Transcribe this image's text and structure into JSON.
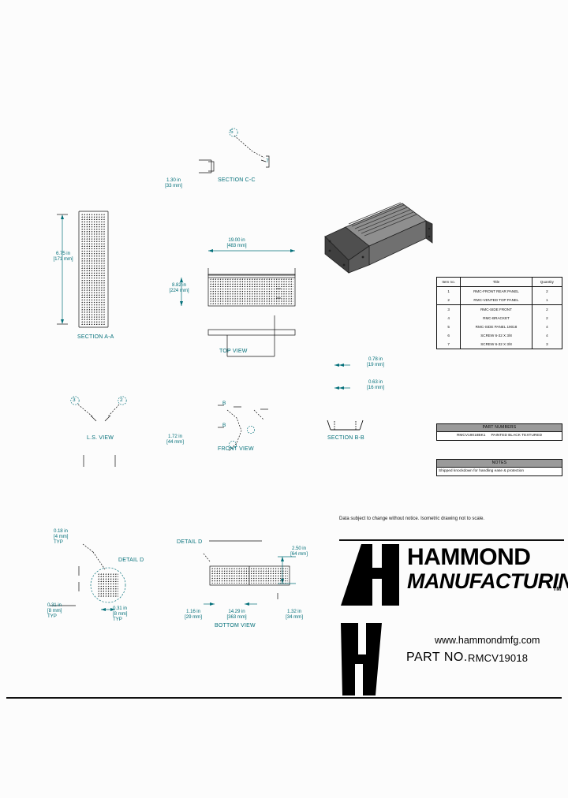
{
  "document": {
    "title": "RMCV19018",
    "sheet_bg": "#fcfcfc",
    "dim_color": "#04707a",
    "line_color": "#111111"
  },
  "views": {
    "section_cc": {
      "label": "SECTION C-C",
      "balloon": "5",
      "balloon2": "7"
    },
    "section_aa": {
      "label": "SECTION A-A"
    },
    "top_view": {
      "label": "TOP VIEW"
    },
    "ls_view": {
      "label": "L.S. VIEW",
      "balloon_left": "3",
      "balloon_right": "2"
    },
    "front_view": {
      "label": "FRONT VIEW",
      "mark_top": "B",
      "mark_bottom": "B"
    },
    "section_bb": {
      "label": "SECTION B-B"
    },
    "bottom_view": {
      "label": "BOTTOM VIEW"
    },
    "detail_d": {
      "label": "DETAIL D",
      "callout": "DETAIL D"
    },
    "iso_view": {
      "label": "isometric-chassis",
      "body_color": "#6f6f6f",
      "top_color": "#8a8a8a",
      "dark_color": "#4a4a4a"
    }
  },
  "dimensions": {
    "section_cc_h": "1.30 in\n[33 mm]",
    "overall_height": "6.75 in\n[171 mm]",
    "rack_width": "19.00 in\n[483 mm]",
    "depth": "8.82 in\n[224 mm]",
    "front_height": "1.72 in\n[44 mm]",
    "flange_a": "0.78 in\n[19 mm]",
    "flange_b": "0.63 in\n[16 mm]",
    "detail_hole": "0.18 in\n[4 mm]\nTYP",
    "detail_edge": "0.31 in\n[8 mm]\nTYP",
    "detail_slot": "0.31 in\n[8 mm]\nTYP",
    "bottom_left": "1.16 in\n[29 mm]",
    "bottom_center": "14.29 in\n[363 mm]",
    "bottom_right": "1.32 in\n[34 mm]",
    "bottom_depth": "2.50 in\n[64 mm]"
  },
  "parts_table": {
    "headers": [
      "Item no.",
      "Title",
      "Quantity"
    ],
    "rows": [
      {
        "item": "1",
        "title": "RMC-FRONT REAR PANEL",
        "qty": "2"
      },
      {
        "item": "2",
        "title": "RMC-VENTED TOP PANEL",
        "qty": "1"
      },
      {
        "item": "3",
        "title": "RMC-SIDE FRONT",
        "qty": "2"
      },
      {
        "item": "4",
        "title": "RMC-BRACKET",
        "qty": "2"
      },
      {
        "item": "5",
        "title": "RMC-SIDE PANEL 19018",
        "qty": "4"
      },
      {
        "item": "6",
        "title": "SCREW 6-32 X 3/8",
        "qty": "4"
      },
      {
        "item": "7",
        "title": "SCREW 6-32 X 3/8",
        "qty": "3"
      }
    ]
  },
  "part_numbers": {
    "header": "PART NUMBERS",
    "code": "RMCV19018BK1",
    "description": "PAINTED BLACK TEXTURED"
  },
  "notes": {
    "header": "NOTES",
    "text": "Shipped knockdown for handling ease & protection"
  },
  "footer": {
    "disclaimer": "Data subject to change without notice. Isometric drawing not to scale.",
    "brand_line1": "HAMMOND",
    "brand_line2": "MANUFACTURING",
    "trademark": "TM",
    "website": "www.hammondmfg.com",
    "part_no_label": "PART NO.",
    "part_no_value": "RMCV19018"
  }
}
